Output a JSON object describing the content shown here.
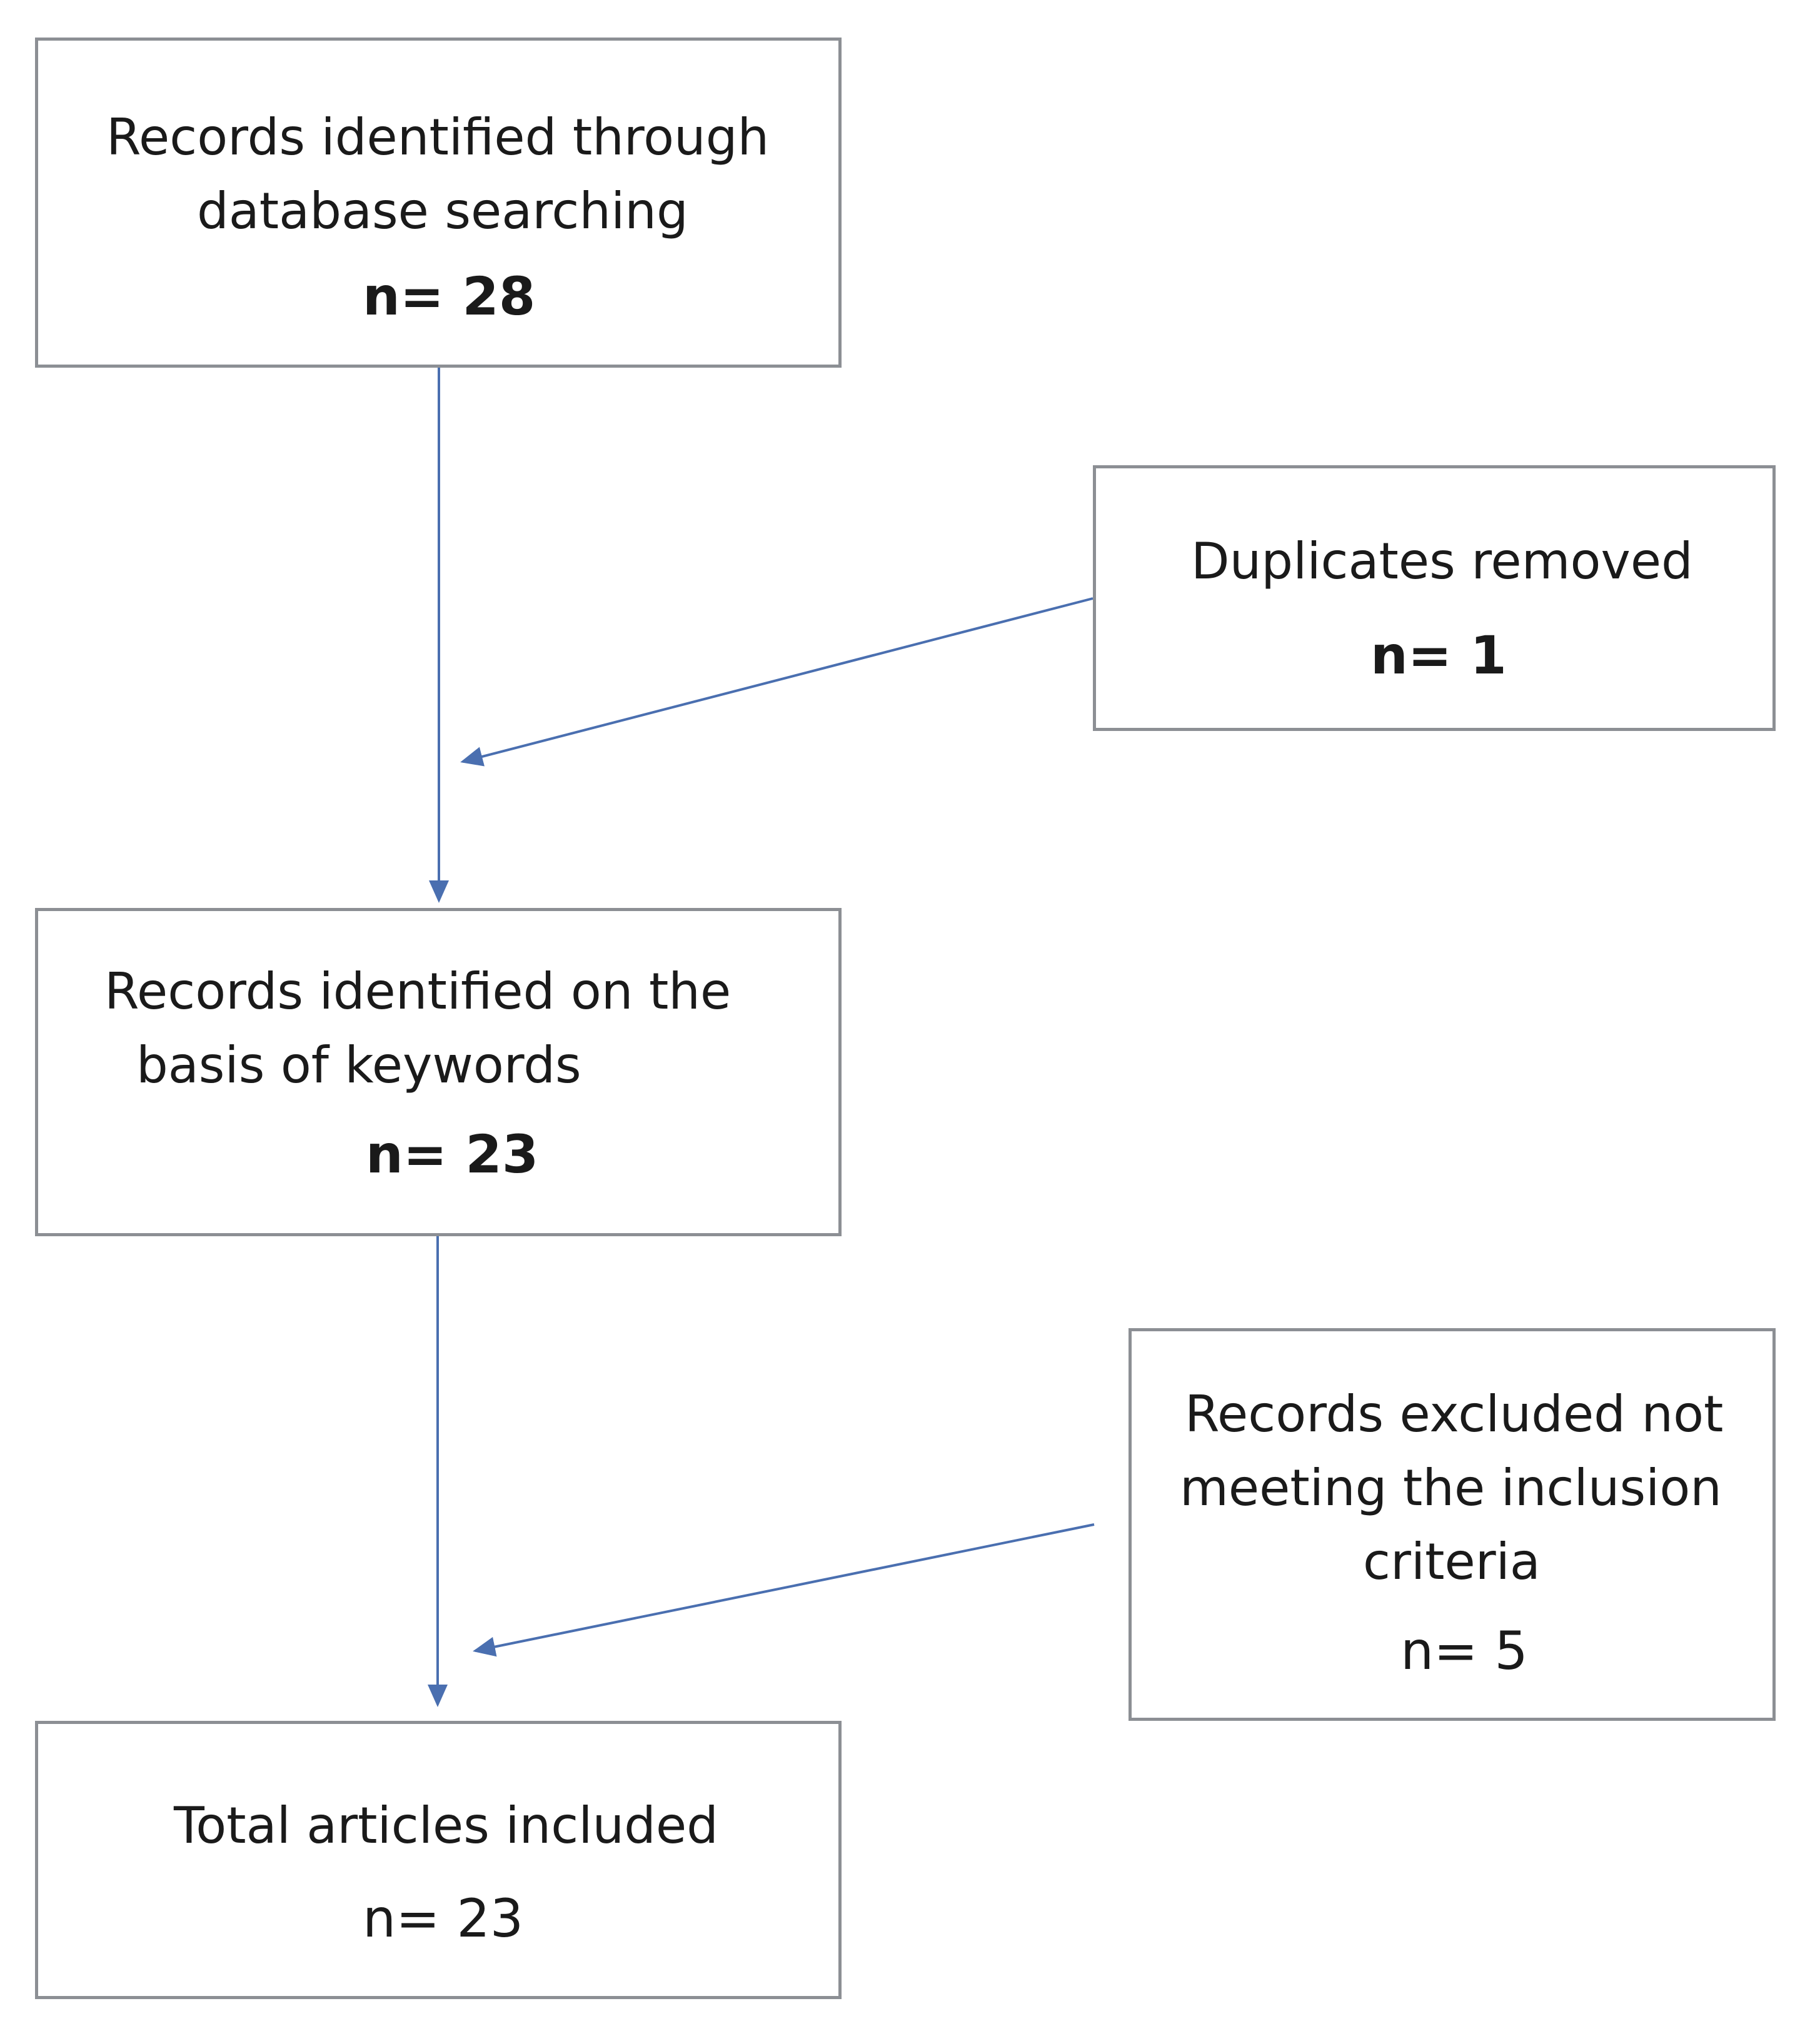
{
  "colors": {
    "box_border": "#8c8f94",
    "arrow": "#4a6fb0",
    "text": "#1a1a1a"
  },
  "boxes": {
    "records_identified": {
      "line1": "Records identified through",
      "line2": "database searching",
      "count": "n= 28"
    },
    "duplicates_removed": {
      "line1": "Duplicates removed",
      "count": "n= 1"
    },
    "records_keywords": {
      "line1": "Records identified on  the",
      "line2": "basis  of keywords",
      "count": "n= 23"
    },
    "records_excluded": {
      "line1": "Records excluded not",
      "line2": "meeting the inclusion",
      "line3": "criteria",
      "count": "n= 5"
    },
    "total_included": {
      "line1": "Total articles included",
      "count": "n= 23"
    }
  }
}
